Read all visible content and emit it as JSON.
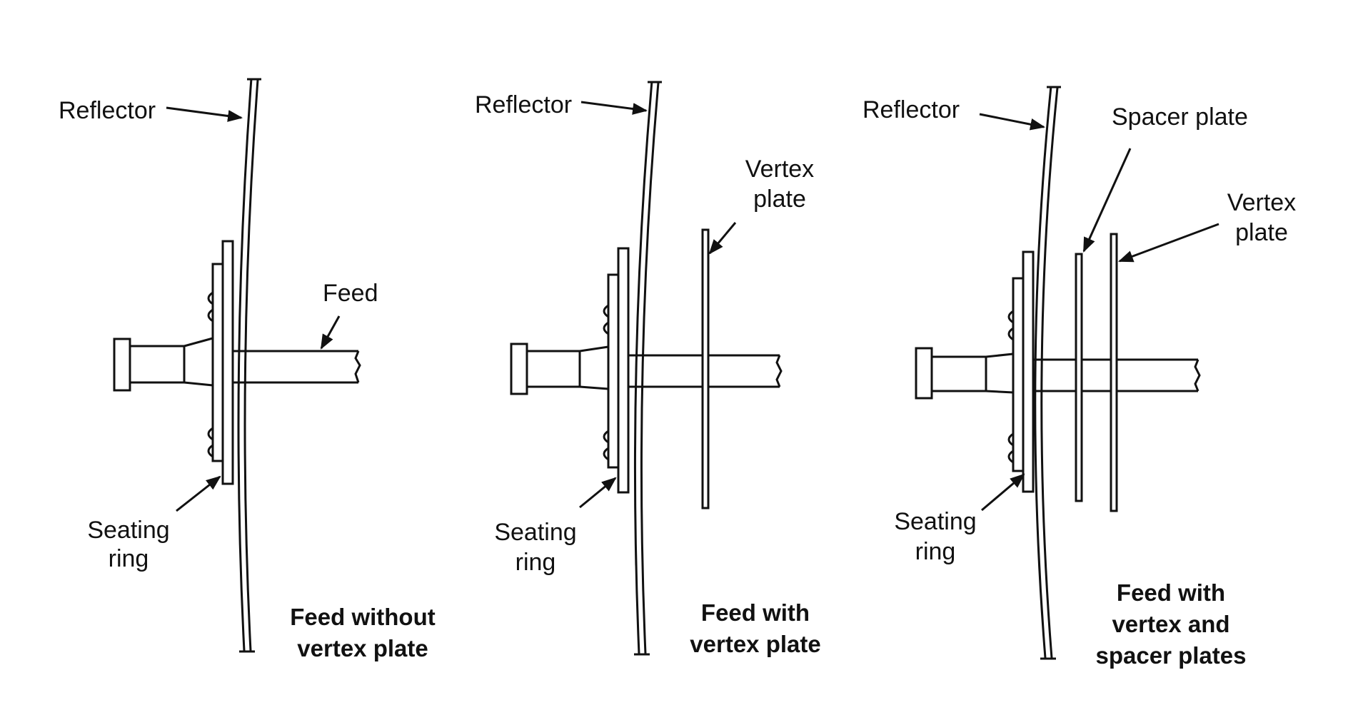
{
  "panels": [
    {
      "reflector_label": "Reflector",
      "seating_label": [
        "Seating",
        "ring"
      ],
      "feed_label": "Feed",
      "caption": [
        "Feed without",
        "vertex  plate"
      ]
    },
    {
      "reflector_label": "Reflector",
      "seating_label": [
        "Seating",
        "ring"
      ],
      "vertex_label": [
        "Vertex",
        "plate"
      ],
      "caption": [
        "Feed with",
        "vertex plate"
      ]
    },
    {
      "reflector_label": "Reflector",
      "seating_label": [
        "Seating",
        "ring"
      ],
      "spacer_label": "Spacer plate",
      "vertex_label": [
        "Vertex",
        "plate"
      ],
      "caption": [
        "Feed with",
        "vertex and",
        "spacer plates"
      ]
    }
  ]
}
